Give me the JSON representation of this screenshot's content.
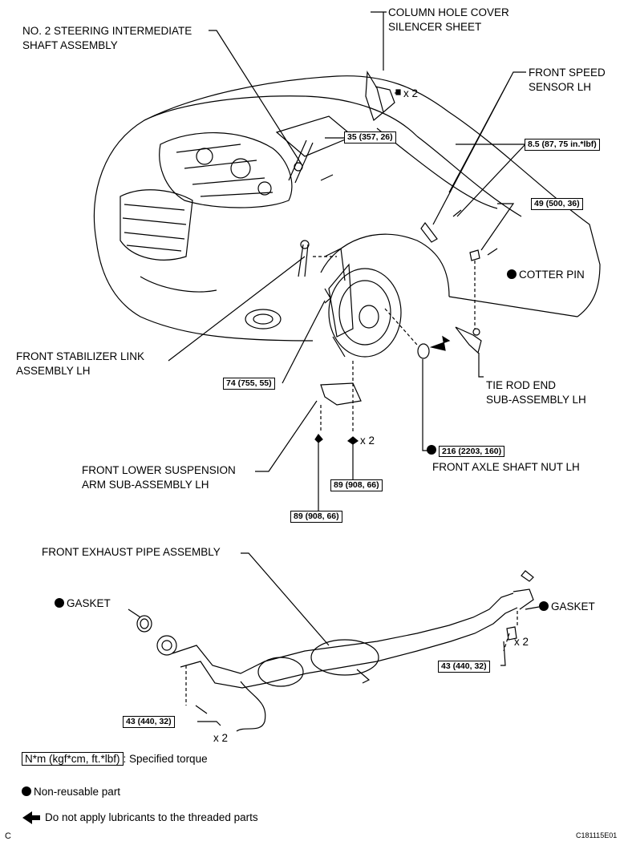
{
  "labels": {
    "column_hole_cover_l1": "COLUMN HOLE COVER",
    "column_hole_cover_l2": "SILENCER SHEET",
    "steering_shaft_l1": "NO. 2 STEERING INTERMEDIATE",
    "steering_shaft_l2": "SHAFT ASSEMBLY",
    "speed_sensor_l1": "FRONT SPEED",
    "speed_sensor_l2": "SENSOR LH",
    "cotter_pin": "COTTER PIN",
    "stabilizer_l1": "FRONT STABILIZER LINK",
    "stabilizer_l2": "ASSEMBLY LH",
    "tie_rod_l1": "TIE ROD END",
    "tie_rod_l2": "SUB-ASSEMBLY LH",
    "suspension_l1": "FRONT LOWER SUSPENSION",
    "suspension_l2": "ARM SUB-ASSEMBLY LH",
    "axle_nut": "FRONT AXLE SHAFT NUT LH",
    "exhaust_pipe": "FRONT EXHAUST PIPE ASSEMBLY",
    "gasket_left": "GASKET",
    "gasket_right": "GASKET"
  },
  "quantities": {
    "cover_clips": "x 2",
    "arm_bolts": "x 2",
    "exhaust_rear_bolts": "x 2",
    "exhaust_front_bolts": "x 2"
  },
  "torques": {
    "t_35": "35 (357, 26)",
    "t_85": "8.5 (87, 75 in.*lbf)",
    "t_49": "49 (500, 36)",
    "t_74": "74 (755, 55)",
    "t_216": "216 (2203, 160)",
    "t_89_right": "89 (908, 66)",
    "t_89_left": "89 (908, 66)",
    "t_43_right": "43 (440, 32)",
    "t_43_left": "43 (440, 32)"
  },
  "legend": {
    "torque_key": "N*m (kgf*cm, ft.*lbf)",
    "torque_text": ": Specified torque",
    "non_reusable": "Non-reusable part",
    "no_lubricant": "Do not apply lubricants to the threaded parts"
  },
  "footer": {
    "corner_letter": "C",
    "figure_id": "C181115E01"
  }
}
